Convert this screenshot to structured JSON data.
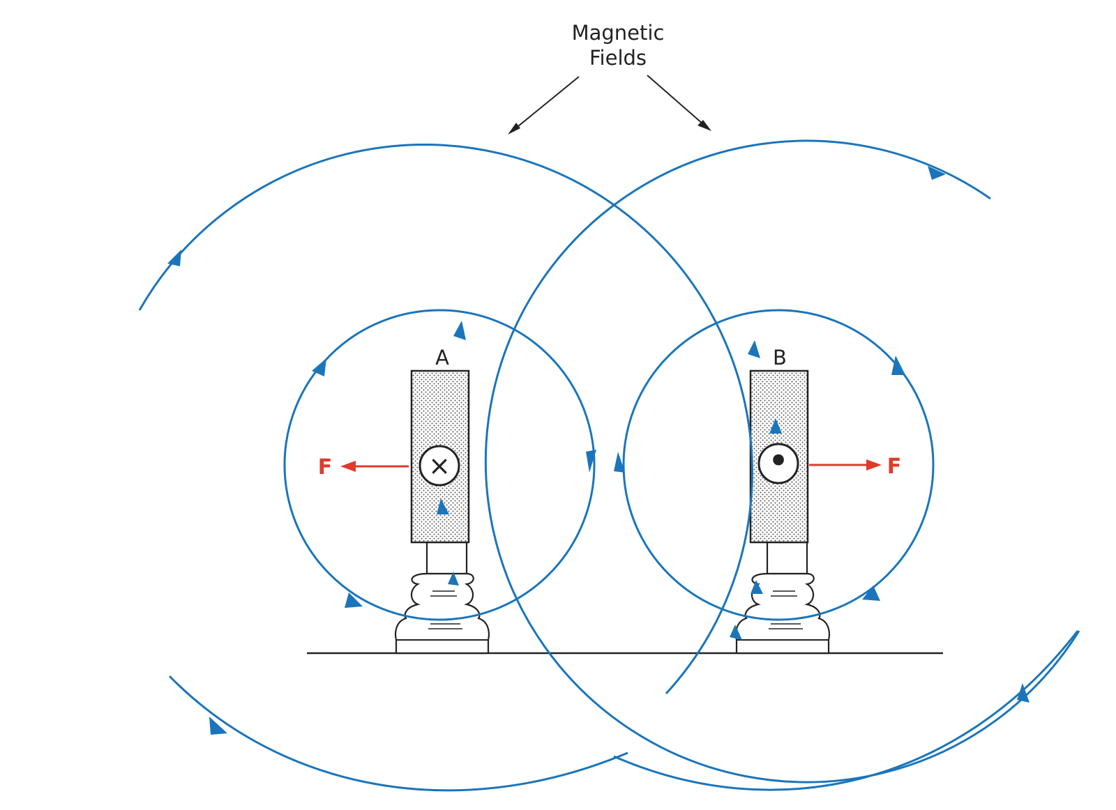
{
  "title": {
    "line1": "Magnetic",
    "line2": "Fields"
  },
  "conductors": {
    "a": {
      "label": "A",
      "current_symbol": "×"
    },
    "b": {
      "label": "B",
      "current_symbol": "•"
    }
  },
  "forces": {
    "left_label": "F",
    "right_label": "F"
  },
  "colors": {
    "field": "#1a75bb",
    "force": "#e03a2c",
    "ink": "#222222",
    "stipple": "#5a5a5a"
  }
}
